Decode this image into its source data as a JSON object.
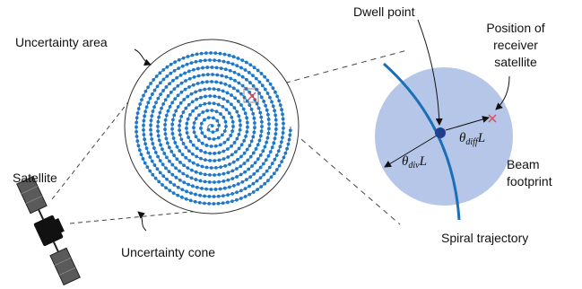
{
  "labels": {
    "uncertainty_area": "Uncertainty area",
    "satellite": "Satellite",
    "uncertainty_cone": "Uncertainty cone",
    "dwell_point": "Dwell point",
    "receiver_line1": "Position of",
    "receiver_line2": "receiver",
    "receiver_line3": "satellite",
    "beam_line1": "Beam",
    "beam_line2": "footprint",
    "spiral_trajectory": "Spiral trajectory"
  },
  "math": {
    "div_theta": "θ",
    "div_sub": "div",
    "div_L": "L",
    "diff_theta": "θ",
    "diff_sub": "diff",
    "diff_L": "L"
  },
  "colors": {
    "spiral": "#1f77c8",
    "trajectory": "#1a6fb8",
    "beam_fill": "#b6c6e8",
    "dwell_point": "#1f3f8f",
    "receiver_marker": "#e0495a",
    "outline": "#333333",
    "satellite_body": "#111111",
    "solar_panel": "#5a5a5a"
  },
  "icons": {
    "satellite": "satellite-icon",
    "receiver": "x-marker-icon"
  }
}
